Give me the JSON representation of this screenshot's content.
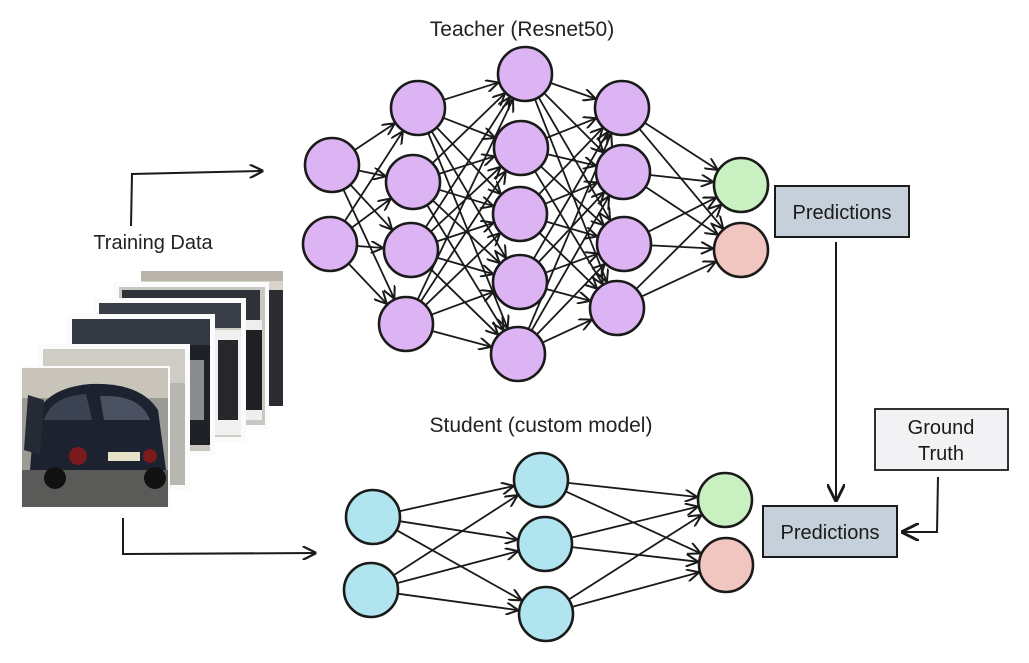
{
  "labels": {
    "teacher_title": "Teacher (Resnet50)",
    "student_title": "Student (custom model)",
    "training_data": "Training Data",
    "teacher_predictions": "Predictions",
    "student_predictions": "Predictions",
    "ground_truth_line1": "Ground",
    "ground_truth_line2": "Truth"
  },
  "colors": {
    "teacher_node": "#dcb4f4",
    "student_node": "#b0e4ee",
    "output_positive": "#c8f0c0",
    "output_negative": "#f2c6c0",
    "predictions_box": "#c6d0da",
    "ground_truth_box": "#f2f2f4",
    "stroke": "#1a1a1a"
  },
  "teacher_network": {
    "layer_sizes": [
      2,
      4,
      5,
      4,
      2
    ]
  },
  "student_network": {
    "layer_sizes": [
      2,
      3,
      2
    ]
  }
}
